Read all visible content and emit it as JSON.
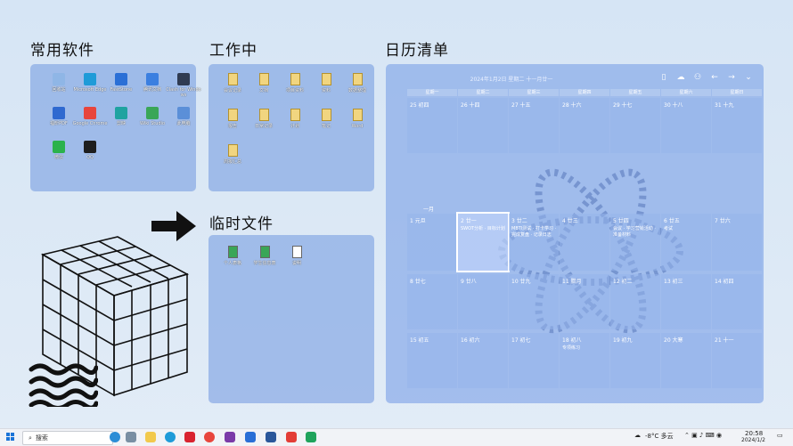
{
  "sections": {
    "common_software": "常用软件",
    "work": "工作中",
    "calendar": "日历清单",
    "temp_files": "临时文件"
  },
  "common_apps": [
    {
      "label": "回收站",
      "color": "#8fb6e6"
    },
    {
      "label": "Microsoft Edge",
      "color": "#1f9bd8"
    },
    {
      "label": "FastStone",
      "color": "#2a6fd6"
    },
    {
      "label": "腾讯文档",
      "color": "#3b7fe0"
    },
    {
      "label": "Clash for Windows",
      "color": "#2f3b52"
    },
    {
      "label": "福昕PDF",
      "color": "#2f69d0"
    },
    {
      "label": "Google Chrome",
      "color": "#e8453c"
    },
    {
      "label": "剪映",
      "color": "#1fa3a0"
    },
    {
      "label": "Wiki Studio",
      "color": "#3aa657"
    },
    {
      "label": "此电脑",
      "color": "#5b8fd8"
    },
    {
      "label": "微信",
      "color": "#2bb24c"
    },
    {
      "label": "QQ",
      "color": "#1e1e1e"
    }
  ],
  "work_files": [
    "会议记录",
    "文档",
    "项目资料",
    "资料",
    "数据整理",
    "报告",
    "日常记录",
    "计划",
    "笔记",
    "Word",
    "周报汇总"
  ],
  "temp_items": [
    {
      "label": "个人表格",
      "color": "#3aa657"
    },
    {
      "label": "学生信息表",
      "color": "#3aa657"
    },
    {
      "label": "说明",
      "color": "#ffffff"
    }
  ],
  "calendar": {
    "title": "2024年1月2日 星期二 十一月廿一",
    "weekdays": [
      "星期一",
      "星期二",
      "星期三",
      "星期四",
      "星期五",
      "星期六",
      "星期日"
    ],
    "tools": [
      "▯",
      "☁",
      "⚇",
      "←",
      "→",
      "⌄"
    ],
    "row_labels": [
      "一月"
    ],
    "cells": [
      [
        "25 初四",
        "26 十四",
        "27 十五",
        "28 十六",
        "29 十七",
        "30 十八",
        "31 十九"
      ],
      [
        "1 元旦",
        "2 廿一",
        "3 廿二",
        "4 廿三",
        "5 廿四",
        "6 廿五",
        "7 廿六"
      ],
      [
        "8 廿七",
        "9 廿八",
        "10 廿九",
        "11 腊月",
        "12 初二",
        "13 初三",
        "14 初四"
      ],
      [
        "15 初五",
        "16 初六",
        "17 初七",
        "18 初八",
        "19 初九",
        "20 大寒",
        "21 十一"
      ]
    ],
    "notes": {
      "w2d2": "SWOT分析 · 目标计划",
      "w2d3": "MBTI测试 · 打卡学习 · 完成复盘 · 记录日志",
      "w2d5": "会议 · 学习营销活动 · 准备材料",
      "w2d6": "考试",
      "w4d4": "专项练习"
    }
  },
  "taskbar": {
    "search_label": "搜索",
    "weather": "-8°C 多云",
    "time": "20:58",
    "date": "2024/1/2"
  }
}
